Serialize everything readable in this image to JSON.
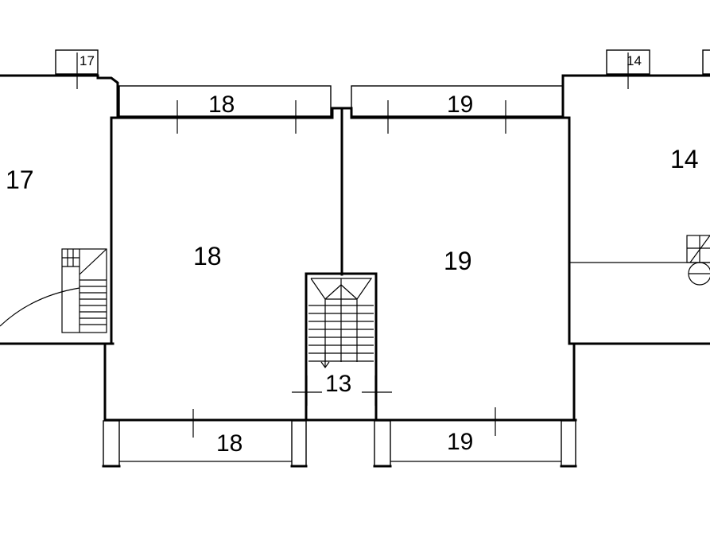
{
  "plan": {
    "rooms": {
      "r17": "17",
      "r18": "18",
      "r19": "19",
      "r14": "14",
      "stair": "13"
    },
    "balconies": {
      "b18_top": "18",
      "b19_top": "19",
      "b18_bottom": "18",
      "b19_bottom": "19"
    },
    "tags": {
      "tag17": "17",
      "tag14": "14"
    }
  }
}
